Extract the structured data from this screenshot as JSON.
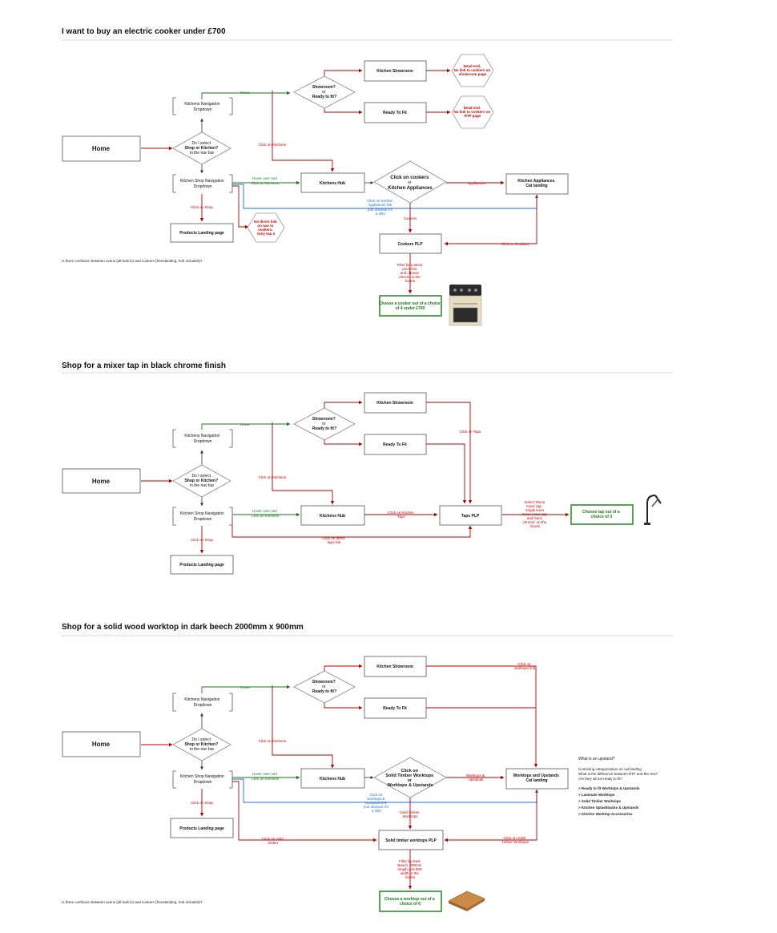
{
  "sections": [
    {
      "title": "I want to buy an electric cooker under £700",
      "home": "Home",
      "decision_lines": [
        "Do I select",
        "Shop or Kitchen?",
        "in the nav bar"
      ],
      "showroom_decision_lines": [
        "Showroom?",
        "or",
        "Ready to fit?"
      ],
      "kitchens_nav_lines": [
        "Kitchens Navigation",
        "Dropdown"
      ],
      "shop_nav_lines": [
        "Kitchen Shop Navigation",
        "Dropdown"
      ],
      "hover": "Hover",
      "click_kitchens": "Click on Kitchens",
      "hover_over_lines": [
        "Hover over and",
        "Click on Kitchens"
      ],
      "click_shop": "Click on Shop",
      "products_landing": "Products Landing page",
      "kitchen_showroom": "Kitchen Showroom",
      "ready_to_fit": "Ready To Fit",
      "kitchens_hub": "Kitchens Hub",
      "dead_end_1_lines": [
        "Dead end.",
        "No link to cookers on",
        "showroom page"
      ],
      "dead_end_2_lines": [
        "Dead end.",
        "No link to cookers on",
        "RTF page"
      ],
      "no_direct_lines": [
        "No direct link",
        "on nav to",
        "cookers.",
        "Only top 4"
      ],
      "hub_decision_lines": [
        "Click on cookers",
        "or",
        "Kitchen Appliances"
      ],
      "appliances_label": "Appliances",
      "appliances_cat_lines": [
        "Kitchen Appliances",
        "Cat landing"
      ],
      "click_appliances_link_lines": [
        "Click on Kitchen",
        "Appliances link",
        "(not obvious it's",
        "a link)"
      ],
      "cookers_label": "Cookers",
      "cookers_plp": "Cookers PLP",
      "click_on_cookers": "Click on Cookers",
      "filter_lines": [
        "Filter by Lowest",
        "price first",
        "and choose",
        "electric in the",
        "facets"
      ],
      "result_lines": [
        "Choose a cooker out of a  choice",
        "of 4 under £700"
      ],
      "footnote": "Is there confusion between ovens (all built in) and cookers (freestanding, hob included)?"
    },
    {
      "title": "Shop for a mixer tap in black chrome finish",
      "home": "Home",
      "decision_lines": [
        "Do I select",
        "Shop or Kitchen?",
        "in the nav bar"
      ],
      "showroom_decision_lines": [
        "Showroom?",
        "or",
        "Ready to fit?"
      ],
      "kitchens_nav_lines": [
        "Kitchens Navigation",
        "Dropdown"
      ],
      "shop_nav_lines": [
        "Kitchen Shop Navigation",
        "Dropdown"
      ],
      "hover": "Hover",
      "click_kitchens": "Click on Kitchens",
      "hover_over_lines": [
        "Hover over and",
        "Click on Kitchens"
      ],
      "click_shop": "Click on Shop",
      "products_landing": "Products Landing page",
      "kitchen_showroom": "Kitchen Showroom",
      "ready_to_fit": "Ready To Fit",
      "kitchens_hub": "Kitchens Hub",
      "click_on_taps": "Click on Taps",
      "click_kitchen_taps_lines": [
        "Click on Kitchen",
        "Taps"
      ],
      "taps_plp": "Taps PLP",
      "click_direct_lines": [
        "Click on direct",
        "taps link"
      ],
      "select_lines": [
        "Select 'Mono",
        "mixer tap',",
        "'single lever",
        "mono mixer tap'",
        "and 'back",
        "chrome' on the",
        "facets"
      ],
      "result_lines": [
        "Choose tap out of a",
        "choice of 3"
      ]
    },
    {
      "title": "Shop for a solid wood worktop in dark beech 2000mm x 900mm",
      "home": "Home",
      "decision_lines": [
        "Do I select",
        "Shop or Kitchen?",
        "in the nav bar"
      ],
      "showroom_decision_lines": [
        "Showroom?",
        "or",
        "Ready to fit?"
      ],
      "kitchens_nav_lines": [
        "Kitchens Navigation",
        "Dropdown"
      ],
      "shop_nav_lines": [
        "Kitchen Shop Navigation",
        "Dropdown"
      ],
      "hover": "Hover",
      "click_kitchens": "Click on Kitchens",
      "hover_over_lines": [
        "Hover over and",
        "Click on Kitchens"
      ],
      "click_shop": "Click on Shop",
      "products_landing": "Products Landing page",
      "kitchen_showroom": "Kitchen Showroom",
      "ready_to_fit": "Ready To Fit",
      "kitchens_hub": "Kitchens Hub",
      "click_worktops_link_lines": [
        "Click on",
        "worktops link"
      ],
      "hub_decision_lines": [
        "Click on",
        "Solid Timber Worktops",
        "or",
        "Worktops & Upstands"
      ],
      "worktops_label_lines": [
        "Worktops &",
        "Upstands"
      ],
      "worktops_cat_lines": [
        "Worktops and Upstands",
        "Cat landing"
      ],
      "click_worktops_upstands_lines": [
        "Click on",
        "worktops &",
        "Upstands link",
        "(not obvious it's",
        "a link)"
      ],
      "solid_timber_label_lines": [
        "Solid Timber",
        "Worktops"
      ],
      "solid_timber_plp": "Solid timber worktops PLP",
      "click_solid_timber_lines": [
        "Click on solid",
        "timber"
      ],
      "click_solid_timber_worktops_lines": [
        "Click on Solid",
        "Timber Worktops"
      ],
      "filter_lines": [
        "Filter by Dark",
        "Beech, 200mm",
        "length and 900",
        "width in the",
        "facets"
      ],
      "result_lines": [
        "Choose a worktop out of a",
        "choice of 6"
      ],
      "note_title": "What is an upstand?",
      "note_lines": [
        "Confusing categorisation on cat landing.",
        "What is the difference between RTF and the rest?",
        "Are they all not ready to fit?"
      ],
      "note_list": [
        "> Ready to fit Worktops & Upstands",
        "> Laminate Worktops",
        "> Solid Timber Worktops",
        "> Kitchen Splashbacks & Upstands",
        "> Kitchen Worktop Accessories"
      ],
      "footnote": "Is there confusion between ovens (all built in) and cookers (freestanding, hob included)?"
    }
  ]
}
